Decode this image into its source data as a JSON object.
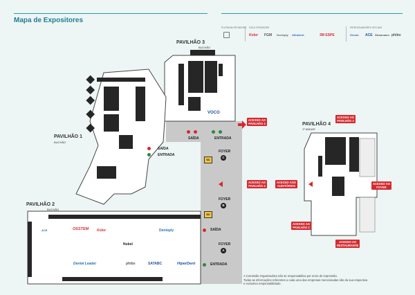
{
  "title": "Mapa de Expositores",
  "sponsors": {
    "platinum": {
      "heading": "PLATINUM SPONSORS",
      "logo": "icon"
    },
    "gold": {
      "heading": "GOLD SPONSORS",
      "logos": [
        "Kolor",
        "FGM",
        "Dentsply",
        "Ultradent",
        "3M ESPE"
      ]
    },
    "official": {
      "heading": "PATROCINADORES OFICIAIS",
      "logos": [
        "Sirona",
        "ACE",
        "Straumann",
        "phibo"
      ]
    }
  },
  "halls": {
    "p3": {
      "title": "PAVILHÃO 3",
      "sub": "BUCHÃO"
    },
    "p1": {
      "title": "PAVILHÃO 1",
      "sub": "BUCHÃO"
    },
    "p2": {
      "title": "PAVILHÃO 2",
      "sub": "BUCHÃO"
    },
    "p4": {
      "title": "PAVILHÃO 4",
      "sub": "1º ANDAR"
    }
  },
  "labels": {
    "saida": "SAÍDA",
    "entrada": "ENTRADA",
    "saida2": "SAÍDA",
    "entrada2": "ENTRADA",
    "saida3": "SAÍDA",
    "entrada3": "ENTRADA",
    "foyer_c": "FOYER",
    "foyer_b": "FOYER",
    "foyer_a": "FOYER",
    "c": "C",
    "b": "B",
    "a": "A",
    "sc": "SC"
  },
  "tags": {
    "ap4_top": "ACESSO AO\nPAVILHÃO 4",
    "ap4_mid": "ACESSO AO\nPAVILHÃO 4",
    "auditorios": "ACESSO AOS\nAUDITÓRIOS",
    "ap3": "ACESSO AO\nPAVILHÃO 3",
    "foyer": "ACESSO AO\nFOYER",
    "ap2": "ACESSO AO\nPAVILHÃO 2",
    "restaurante": "ACESSO AO\nRESTAURANTE"
  },
  "exhibitor_logos": {
    "voco": "VOCO",
    "ostem": "OSSTEM",
    "kolor": "Kolor",
    "nobel": "Nobel",
    "dentsply": "Dentsply",
    "phibo": "phibo",
    "satabc": "SATABC",
    "hiperdent": "HiperDent",
    "dental_leader": "Dental Leader",
    "ace": "ACE"
  },
  "disclaimer": "A Comissão Organizadora não se responsabiliza por erros de impressão.\nTodas as informações referentes a cada uma das empresas mencionadas são da sua respectiva\ne exclusiva responsabilidade.",
  "colors": {
    "teal": "#2a9aa6",
    "red": "#d42a2f",
    "grey": "#c9c9c9",
    "stand": "#262626",
    "floor": "#ffffff"
  }
}
